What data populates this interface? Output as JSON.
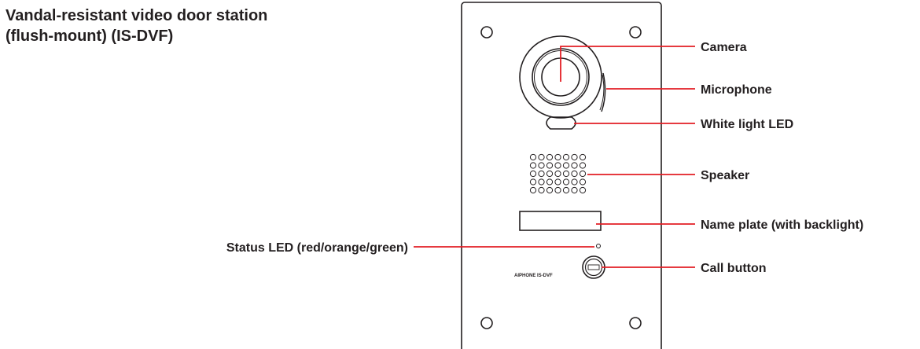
{
  "title": {
    "line1": "Vandal-resistant video door station",
    "line2": "(flush-mount) (IS-DVF)"
  },
  "device": {
    "model_label": "AIPHONE IS-DVF"
  },
  "callouts": {
    "camera": "Camera",
    "microphone": "Microphone",
    "white_light_led": "White light LED",
    "speaker": "Speaker",
    "name_plate": "Name plate (with backlight)",
    "status_led": "Status LED (red/orange/green)",
    "call_button": "Call button"
  },
  "colors": {
    "callout_line": "#e31e24",
    "outline": "#231f20",
    "text": "#231f20"
  }
}
